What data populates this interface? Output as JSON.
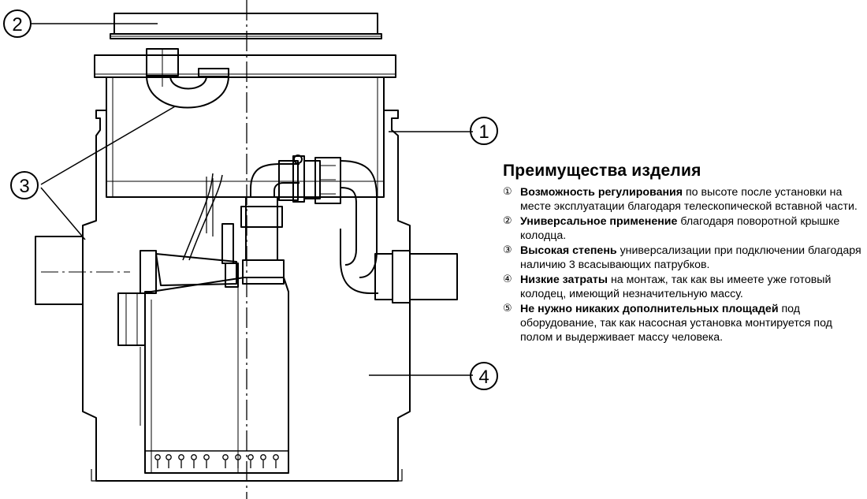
{
  "callouts": [
    "1",
    "2",
    "3",
    "4"
  ],
  "panel": {
    "title": "Преимущества изделия",
    "items": [
      {
        "mark": "①",
        "bold": "Возможность регулирования",
        "text": " по высоте после установки на месте эксплуатации благодаря телескопической вставной части."
      },
      {
        "mark": "②",
        "bold": "Универсальное применение",
        "text": " благодаря поворотной крышке колодца."
      },
      {
        "mark": "③",
        "bold": "Высокая степень",
        "text": " универсализации при подключении благодаря наличию 3 всасывающих патрубков."
      },
      {
        "mark": "④",
        "bold": "Низкие затраты",
        "text": " на монтаж, так как вы имеете уже готовый колодец, имеющий незначительную массу."
      },
      {
        "mark": "⑤",
        "bold": "Не нужно никаких дополнительных площадей",
        "text": " под оборудование, так как насосная установка монтируется под полом и выдерживает массу человека."
      }
    ]
  }
}
